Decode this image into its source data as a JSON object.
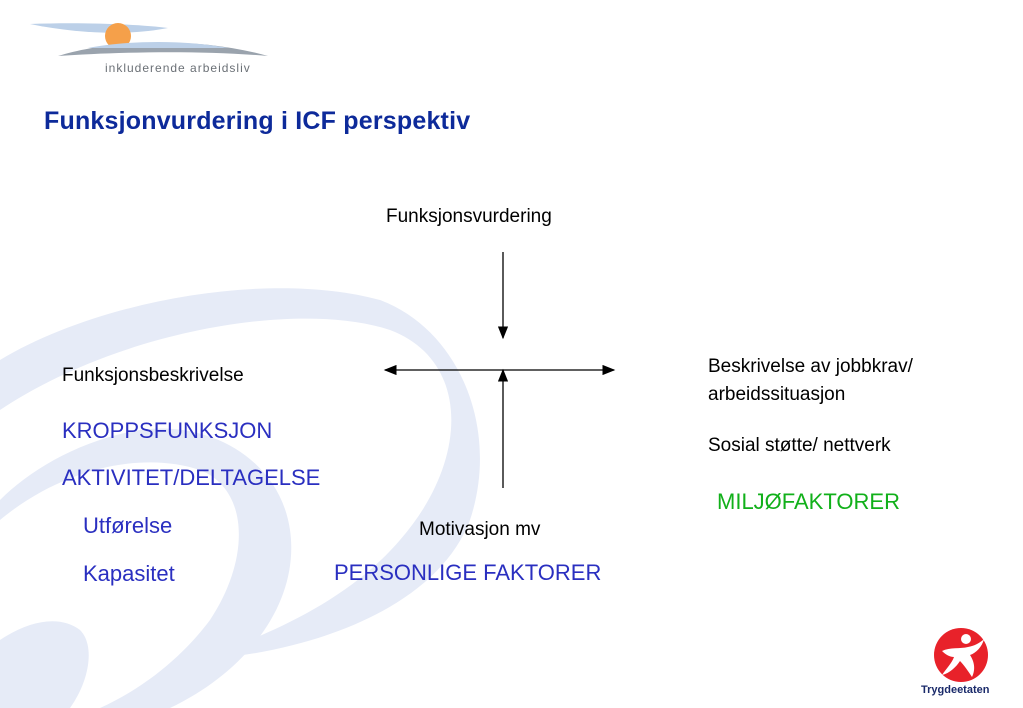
{
  "header": {
    "logo_text": "inkluderende arbeidsliv",
    "title": "Funksjonvurdering i ICF perspektiv"
  },
  "diagram": {
    "top_label": "Funksjonsvurdering",
    "left": {
      "heading": "Funksjonsbeskrivelse",
      "item1": "KROPPSFUNKSJON",
      "item2": "AKTIVITET/DELTAGELSE",
      "sub1": "Utførelse",
      "sub2": "Kapasitet"
    },
    "right": {
      "line1": "Beskrivelse av jobbkrav/",
      "line2": "arbeidssituasjon",
      "line3": "Sosial støtte/ nettverk",
      "category": "MILJØFAKTORER"
    },
    "bottom": {
      "label": "Motivasjon mv",
      "category": "PERSONLIGE FAKTORER"
    }
  },
  "footer": {
    "brand": "Trygdeetaten"
  },
  "colors": {
    "title": "#0d2a9a",
    "blue_text": "#2a2fc0",
    "green_text": "#11b01a",
    "swirl": "#e6ebf7",
    "logo_red": "#e8222a",
    "logo_sun": "#f5a04a"
  }
}
